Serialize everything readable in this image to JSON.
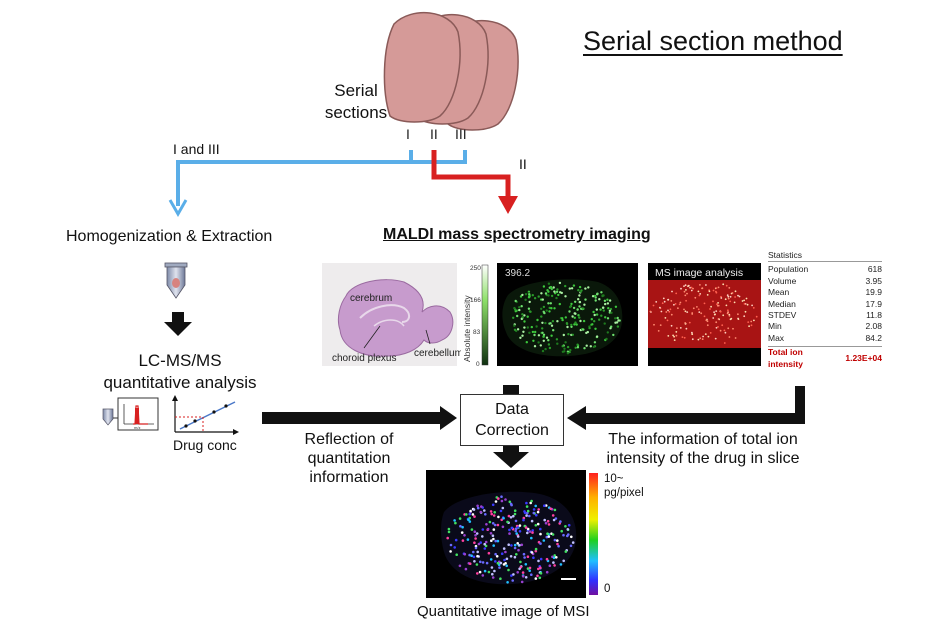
{
  "title": "Serial section method",
  "serial_label": "Serial sections",
  "section_labels": [
    "I",
    "II",
    "III"
  ],
  "branch_left_label": "I and III",
  "branch_right_label": "II",
  "homogenization_label": "Homogenization & Extraction",
  "lcms_label": "LC-MS/MS quantitative analysis",
  "ms_axis_label": "m/z",
  "drug_conc_label": "Drug conc",
  "reflection_label": "Reflection of quantitation information",
  "maldi_label": "MALDI mass spectrometry imaging",
  "histology": {
    "cerebrum": "cerebrum",
    "cerebellum": "cerebellum",
    "choroid": "choroid plexus"
  },
  "ms_image": {
    "value": "396.2",
    "axis_label": "Absolute intensity",
    "scale": [
      "250",
      "166",
      "83",
      "0"
    ]
  },
  "ms_analysis_label": "MS image analysis",
  "statistics": {
    "header": "Statistics",
    "rows": [
      {
        "label": "Population",
        "value": "618"
      },
      {
        "label": "Volume",
        "value": "3.95"
      },
      {
        "label": "Mean",
        "value": "19.9"
      },
      {
        "label": "Median",
        "value": "17.9"
      },
      {
        "label": "STDEV",
        "value": "11.8"
      },
      {
        "label": "Min",
        "value": "2.08"
      },
      {
        "label": "Max",
        "value": "84.2"
      }
    ],
    "total": {
      "label": "Total ion intensity",
      "value": "1.23E+04"
    }
  },
  "data_correction_label": "Data Correction",
  "total_ion_info_label": "The information of total ion intensity of the drug in slice",
  "colorbar": {
    "top": "10~ pg/pixel",
    "bottom": "0"
  },
  "quant_image_label": "Quantitative image of MSI",
  "colors": {
    "blue_path": "#5aaee8",
    "red_path": "#d82020",
    "brain_pink": "#d59a98",
    "stat_red": "#c00000"
  }
}
